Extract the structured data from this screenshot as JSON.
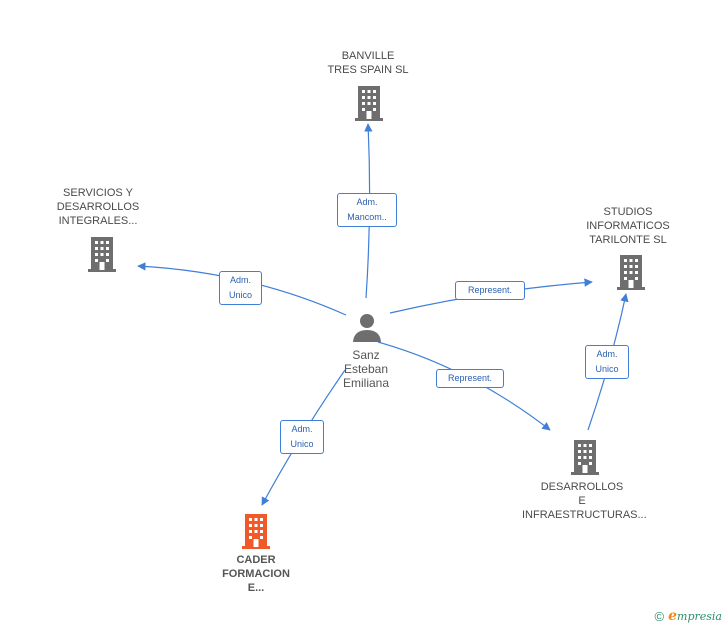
{
  "colors": {
    "edge": "#3f7fd8",
    "building_default": "#6e6e6e",
    "building_highlight": "#f05a28",
    "person": "#6e6e6e",
    "brand_green": "#2d8f6a",
    "brand_orange": "#f08a1c"
  },
  "person": {
    "icon": "person-icon",
    "name_lines": [
      "Sanz",
      "Esteban",
      "Emiliana"
    ]
  },
  "companies": {
    "banville": {
      "icon": "building-icon",
      "lines": [
        "BANVILLE",
        "TRES SPAIN SL"
      ]
    },
    "servicios": {
      "icon": "building-icon",
      "lines": [
        "SERVICIOS Y",
        "DESARROLLOS",
        "INTEGRALES..."
      ]
    },
    "studios": {
      "icon": "building-icon",
      "lines": [
        "STUDIOS",
        "INFORMATICOS",
        "TARILONTE SL"
      ]
    },
    "desarrollos": {
      "icon": "building-icon",
      "lines": [
        "DESARROLLOS",
        "E",
        "INFRAESTRUCTURAS..."
      ]
    },
    "cader": {
      "icon": "building-icon",
      "lines": [
        "CADER",
        "FORMACION",
        "E..."
      ]
    }
  },
  "relations": {
    "to_banville": [
      "Adm.",
      "Mancom.."
    ],
    "to_servicios": [
      "Adm.",
      "Unico"
    ],
    "to_studios": [
      "Represent."
    ],
    "to_desarrollos": [
      "Represent."
    ],
    "desarrollos_to_studios": [
      "Adm.",
      "Unico"
    ],
    "to_cader": [
      "Adm.",
      "Unico"
    ]
  },
  "footer": {
    "copyright_symbol": "©",
    "brand_initial": "e",
    "brand_rest": "mpresia"
  }
}
